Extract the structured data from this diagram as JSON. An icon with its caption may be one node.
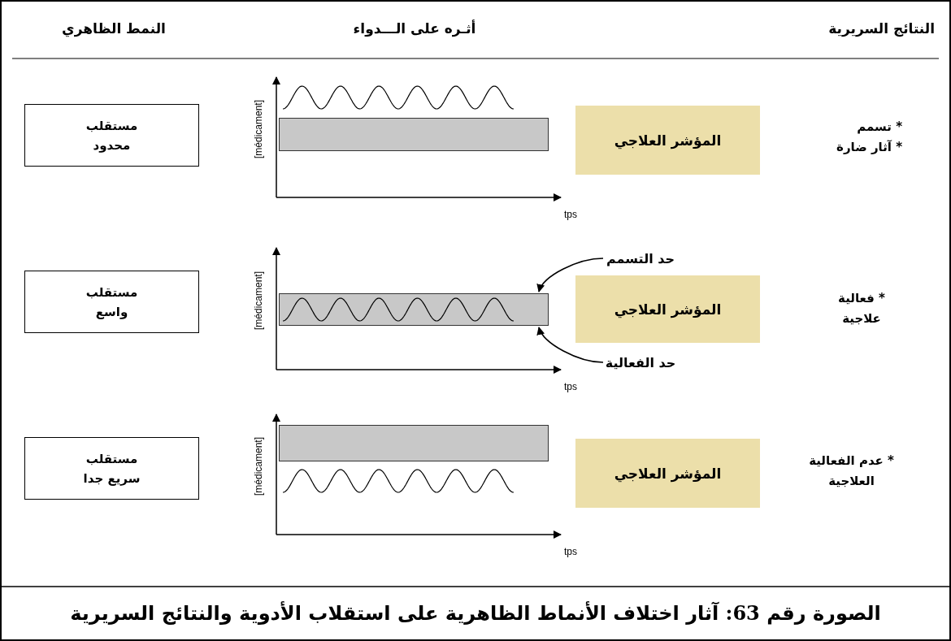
{
  "diagram": {
    "caption": "الصورة رقم 63: آثار اختلاف الأنماط الظاهرية على استقلاب الأدوية والنتائج السريرية",
    "nodes": [
      {
        "text": [
          "مستقلب محدود"
        ]
      },
      {
        "text": [],
        "shape": "bar"
      },
      {
        "text": [
          "المؤشر العلاجي"
        ]
      },
      {
        "text": [
          "مستقلب واسع"
        ]
      },
      {
        "text": [],
        "shape": "bar"
      },
      {
        "text": [
          "المؤشر العلاجي"
        ]
      },
      {
        "text": [
          "حد التسمم"
        ]
      },
      {
        "text": [
          "حد الفعالية"
        ]
      },
      {
        "text": [
          "مستقلب سريع جدا"
        ]
      },
      {
        "text": [],
        "shape": "bar"
      },
      {
        "text": [
          "المؤشر العلاجي"
        ]
      }
    ],
    "edges": [
      {
        "from": 6,
        "to": 4,
        "arrow": "to"
      },
      {
        "from": 7,
        "to": 4,
        "arrow": "to"
      }
    ],
    "labels": [
      "النتائج السريرية",
      "أثـره على الـــدواء",
      "النمط الظاهري",
      "[médicament]",
      "tps",
      "* تسمم",
      "* آثار ضارة",
      "[médicament]",
      "tps",
      "* فعالية علاجية",
      "[médicament]",
      "tps",
      "* عدم الفعالية العلاجية"
    ]
  }
}
